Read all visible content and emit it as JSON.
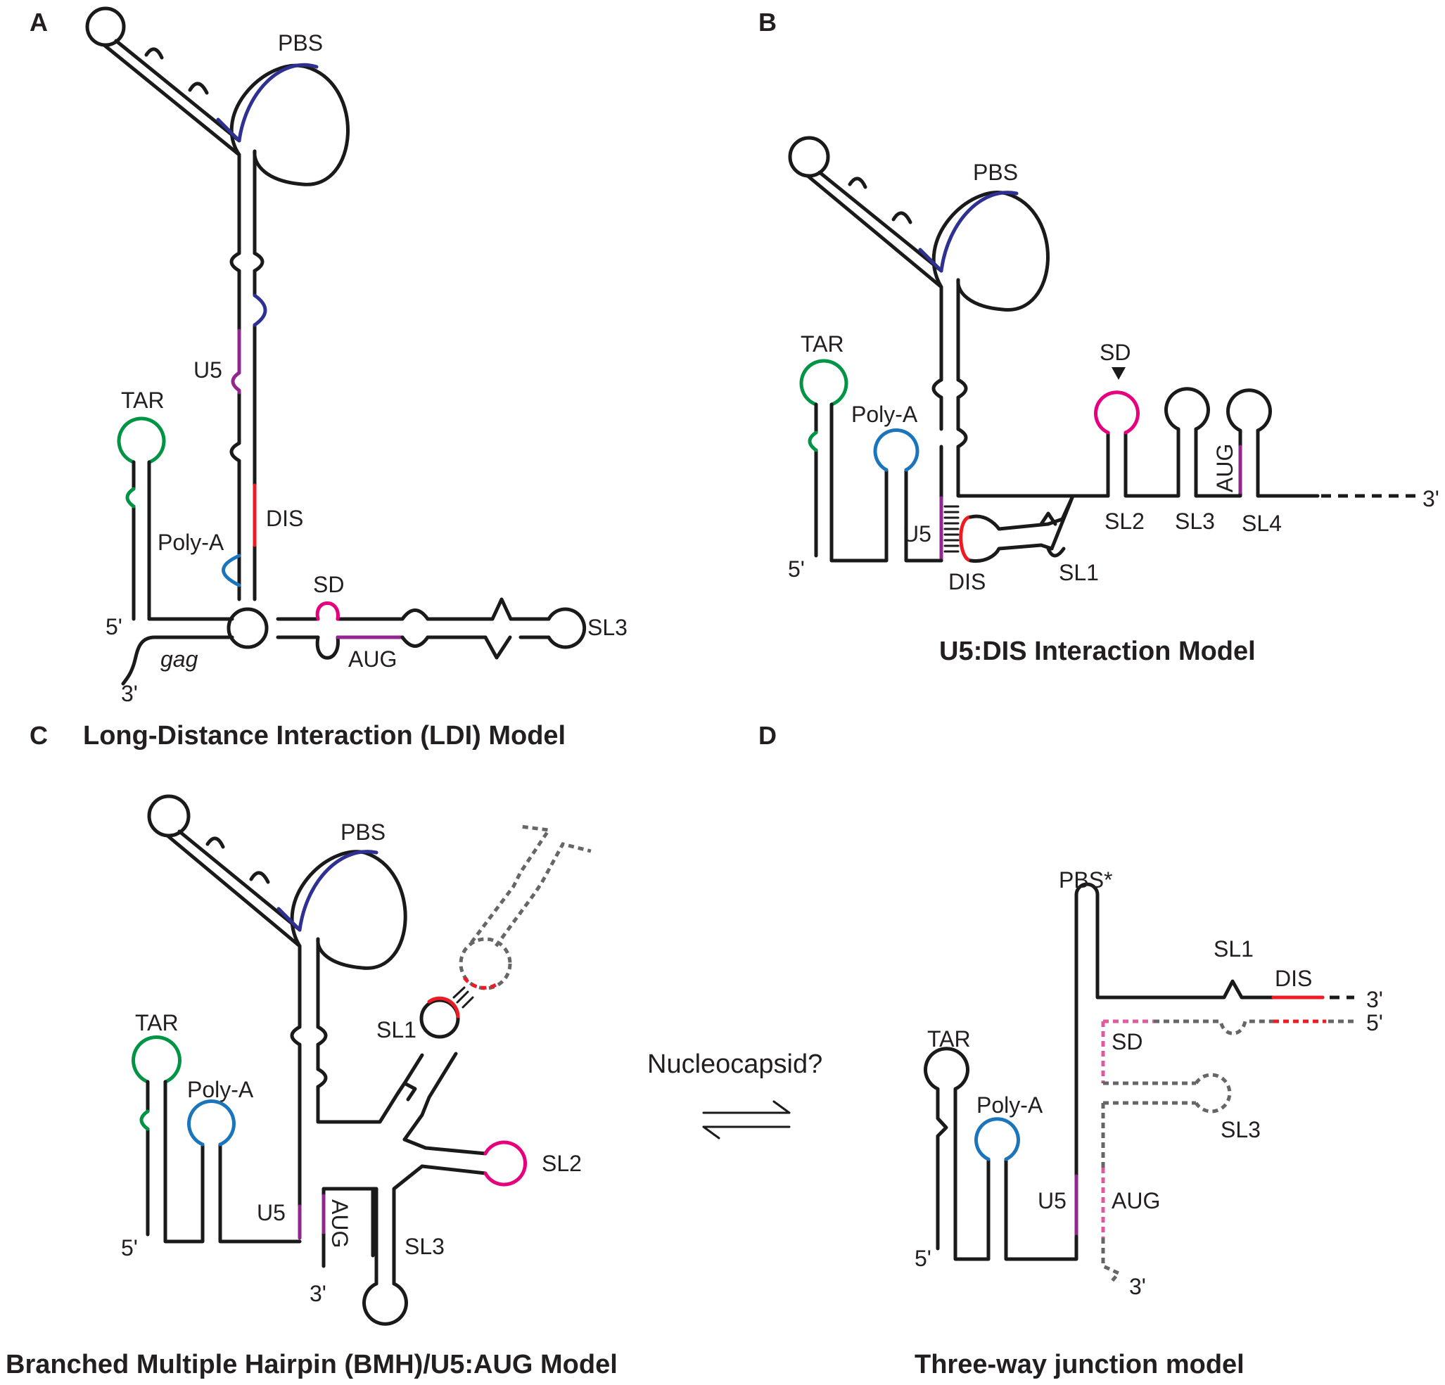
{
  "panels": {
    "a": {
      "letter": "A",
      "title": "Long-Distance Interaction (LDI) Model",
      "labels": {
        "pbs": "PBS",
        "u5": "U5",
        "dis": "DIS",
        "tar": "TAR",
        "polya": "Poly-A",
        "sd": "SD",
        "aug": "AUG",
        "sl3": "SL3",
        "five": "5'",
        "three": "3'",
        "gag": "gag"
      }
    },
    "b": {
      "letter": "B",
      "title": "U5:DIS Interaction Model",
      "labels": {
        "pbs": "PBS",
        "tar": "TAR",
        "polya": "Poly-A",
        "sd": "SD",
        "aug": "AUG",
        "u5": "U5",
        "dis": "DIS",
        "sl1": "SL1",
        "sl2": "SL2",
        "sl3": "SL3",
        "sl4": "SL4",
        "five": "5'",
        "three": "3'"
      }
    },
    "c": {
      "letter": "C",
      "title": "Branched Multiple Hairpin (BMH)/U5:AUG Model",
      "labels": {
        "pbs": "PBS",
        "sl1": "SL1",
        "tar": "TAR",
        "polya": "Poly-A",
        "sl2": "SL2",
        "u5": "U5",
        "aug": "AUG",
        "sl3": "SL3",
        "five": "5'",
        "three": "3'"
      }
    },
    "d": {
      "letter": "D",
      "title": "Three-way junction model",
      "labels": {
        "pbs": "PBS*",
        "sl1": "SL1",
        "dis": "DIS",
        "three_top": "3'",
        "five_right": "5'",
        "sd": "SD",
        "tar": "TAR",
        "polya": "Poly-A",
        "sl3": "SL3",
        "u5": "U5",
        "aug": "AUG",
        "five": "5'",
        "three": "3'"
      }
    }
  },
  "equilibrium": {
    "label": "Nucleocapsid?",
    "arrow_symbol": "⇌"
  },
  "colors": {
    "stem": "#1a1a1a",
    "pbs": "#2e3192",
    "tar": "#009444",
    "polya": "#1b75bc",
    "u5": "#92278f",
    "dis": "#ed1c24",
    "sd": "#e6007e",
    "alt": "#666666"
  }
}
